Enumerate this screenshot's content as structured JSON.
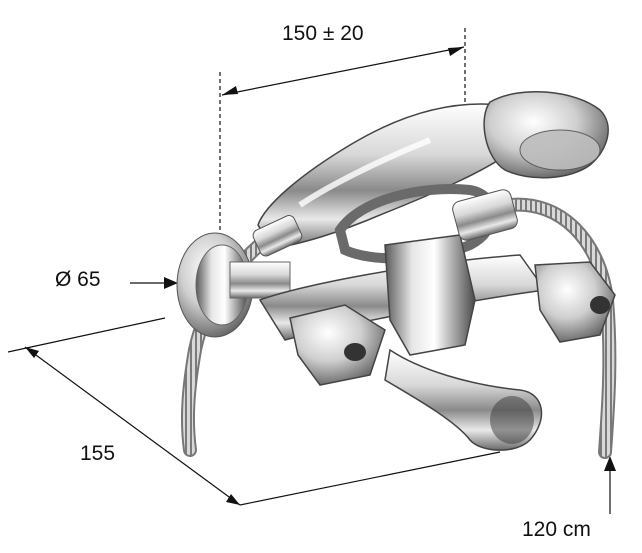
{
  "dimensions": {
    "top_width": "150 ± 20",
    "diameter": "Ø 65",
    "depth": "155",
    "hose_length": "120 cm"
  },
  "colors": {
    "chrome_light": "#f4f4f4",
    "chrome_mid": "#b9b9b9",
    "chrome_dark": "#4a4a4a",
    "dimension_line": "#111111"
  }
}
